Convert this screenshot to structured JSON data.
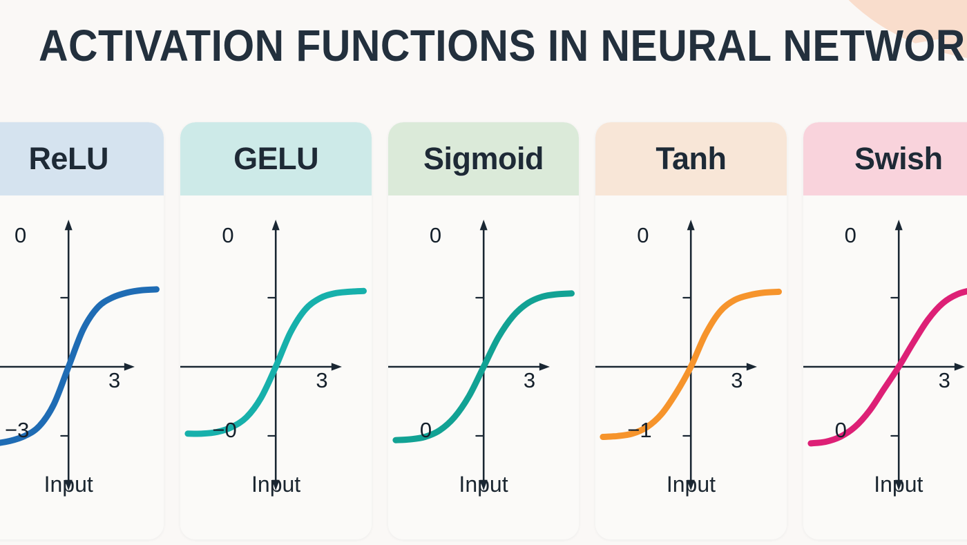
{
  "page": {
    "title": "ACTIVATION FUNCTIONS IN NEURAL NETWORKS",
    "background_color": "#faf8f6",
    "title_color": "#23303d",
    "accent_swash_color": "#f9ddcc"
  },
  "chart_data": {
    "type": "line",
    "title": "ACTIVATION FUNCTIONS IN NEURAL NETWORKS",
    "layout": "five side-by-side cards, one activation curve each",
    "shared": {
      "xlabel": "Input",
      "x_axis_right_tick_label": "3",
      "grid": false,
      "legend": false,
      "axis_style": "two-headed vertical arrow, right-pointing horizontal arrow, small ticks above and below origin"
    },
    "panels": [
      {
        "name": "ReLU",
        "header_color": "#d5e3ef",
        "curve_color": "#1f6cb4",
        "y_top_label": "0",
        "y_bottom_label": "−3",
        "x_right_label": "3",
        "xlabel": "Input",
        "x": [
          -3,
          -2.5,
          -2,
          -1.5,
          -1,
          -0.5,
          0,
          0.5,
          1,
          1.5,
          2,
          2.5,
          3
        ],
        "y": [
          -0.95,
          -0.94,
          -0.91,
          -0.85,
          -0.73,
          -0.46,
          0,
          0.46,
          0.73,
          0.85,
          0.91,
          0.94,
          0.95
        ]
      },
      {
        "name": "GELU",
        "header_color": "#cdeae8",
        "curve_color": "#17b0ab",
        "y_top_label": "0",
        "y_bottom_label": "−0",
        "x_right_label": "3",
        "xlabel": "Input",
        "x": [
          -3,
          -2.5,
          -2,
          -1.5,
          -1,
          -0.5,
          0,
          0.5,
          1,
          1.5,
          2,
          2.5,
          3
        ],
        "y": [
          -0.82,
          -0.82,
          -0.8,
          -0.74,
          -0.62,
          -0.38,
          0,
          0.42,
          0.7,
          0.84,
          0.9,
          0.92,
          0.93
        ]
      },
      {
        "name": "Sigmoid",
        "header_color": "#dbead9",
        "curve_color": "#12a294",
        "y_top_label": "0",
        "y_bottom_label": "0",
        "x_right_label": "3",
        "xlabel": "Input",
        "x": [
          -3,
          -2.5,
          -2,
          -1.5,
          -1,
          -0.5,
          0,
          0.5,
          1,
          1.5,
          2,
          2.5,
          3
        ],
        "y": [
          -0.9,
          -0.89,
          -0.86,
          -0.78,
          -0.62,
          -0.36,
          0,
          0.36,
          0.62,
          0.78,
          0.86,
          0.89,
          0.9
        ]
      },
      {
        "name": "Tanh",
        "header_color": "#f8e6d7",
        "curve_color": "#f6942c",
        "y_top_label": "0",
        "y_bottom_label": "−1",
        "x_right_label": "3",
        "xlabel": "Input",
        "x": [
          -3,
          -2.5,
          -2,
          -1.5,
          -1,
          -0.5,
          0,
          0.5,
          1,
          1.5,
          2,
          2.5,
          3
        ],
        "y": [
          -0.86,
          -0.85,
          -0.82,
          -0.74,
          -0.58,
          -0.32,
          0,
          0.4,
          0.68,
          0.82,
          0.88,
          0.91,
          0.92
        ]
      },
      {
        "name": "Swish",
        "header_color": "#f9d3dc",
        "curve_color": "#dd2076",
        "y_top_label": "0",
        "y_bottom_label": "0",
        "x_right_label": "3",
        "xlabel": "Input",
        "x": [
          -3,
          -2.5,
          -2,
          -1.5,
          -1,
          -0.5,
          0,
          0.5,
          1,
          1.5,
          2,
          2.5,
          3
        ],
        "y": [
          -0.94,
          -0.92,
          -0.86,
          -0.74,
          -0.54,
          -0.27,
          0,
          0.3,
          0.58,
          0.78,
          0.89,
          0.94,
          0.96
        ]
      }
    ]
  }
}
